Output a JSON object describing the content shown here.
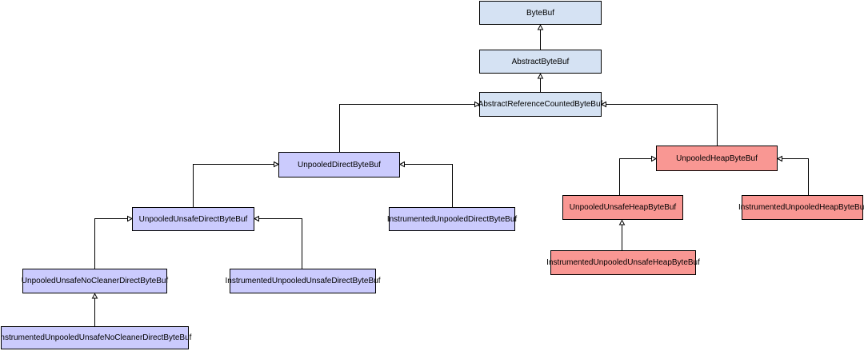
{
  "nodes": {
    "bytebuf": "ByteBuf",
    "abstract": "AbstractByteBuf",
    "refcounted": "AbstractReferenceCountedByteBuf",
    "pdirect": "UnpooledDirectByteBuf",
    "pheap": "UnpooledHeapByteBuf",
    "unsafedirect": "UnpooledUnsafeDirectByteBuf",
    "instdirect": "InstrumentedUnpooledDirectByteBuf",
    "unsafeheap": "UnpooledUnsafeHeapByteBuf",
    "instheap": "InstrumentedUnpooledHeapByteBuf",
    "nocleaner": "UnpooledUnsafeNoCleanerDirectByteBuf",
    "instunsafedirect": "InstrumentedUnpooledUnsafeDirectByteBuf",
    "instunsafeheap": "InstrumentedUnpooledUnsafeHeapByteBuf",
    "instnocleaner": "InstrumentedUnpooledUnsafeNoCleanerDirectByteBuf"
  },
  "colors": {
    "base_fill": "#d5e2f3",
    "direct_fill": "#cbcbfd",
    "heap_fill": "#f99793"
  }
}
